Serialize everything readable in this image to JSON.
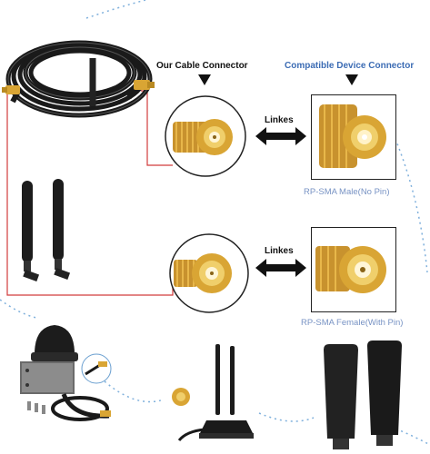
{
  "labels": {
    "our_connector": "Our Cable Connector",
    "compatible_connector": "Compatible Device Connector",
    "link_top": "Linkes",
    "link_bottom": "Linkes",
    "male_caption": "RP-SMA Male(No Pin)",
    "female_caption": "RP-SMA Female(With Pin)"
  },
  "colors": {
    "accent_blue": "#3c6cb4",
    "caption_blue": "#7893c4",
    "callout_red": "#d23c3c",
    "gold": "#d9a534",
    "cable_black": "#1a1a1a"
  },
  "icons": [
    "arrow-down-icon",
    "double-arrow-icon"
  ]
}
